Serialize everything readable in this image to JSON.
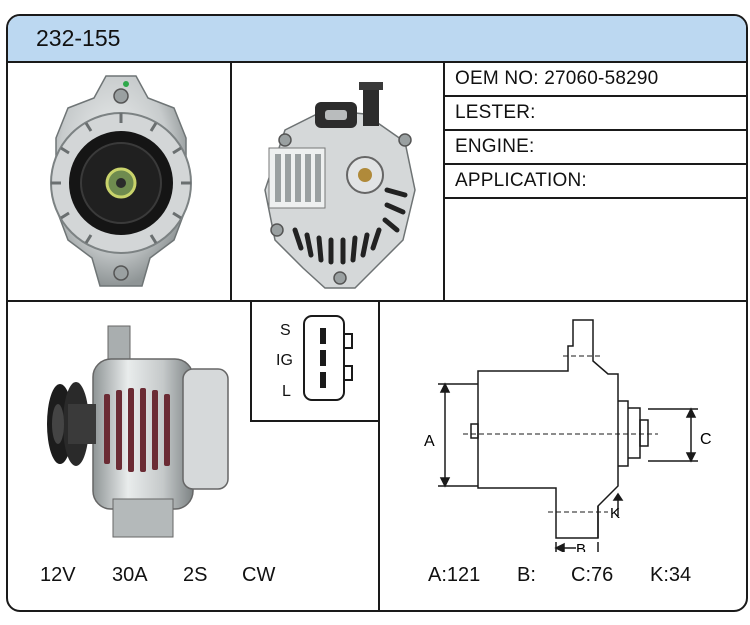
{
  "header": {
    "part_number": "232-155"
  },
  "info": {
    "oem_no": "OEM NO: 27060-58290",
    "lester": "LESTER:",
    "engine": "ENGINE:",
    "application": "APPLICATION:"
  },
  "connector": {
    "pins": [
      "S",
      "IG",
      "L"
    ]
  },
  "electrical_specs": {
    "voltage": "12V",
    "amperage": "30A",
    "pulley": "2S",
    "rotation": "CW"
  },
  "diagram": {
    "labels": {
      "a": "A",
      "b": "B",
      "c": "C",
      "k": "K"
    }
  },
  "dimensions": {
    "a": "A:121",
    "b": "B:",
    "c": "C:76",
    "k": "K:34"
  },
  "colors": {
    "header_bg": "#bcd8f1",
    "border": "#1a1a1a"
  }
}
